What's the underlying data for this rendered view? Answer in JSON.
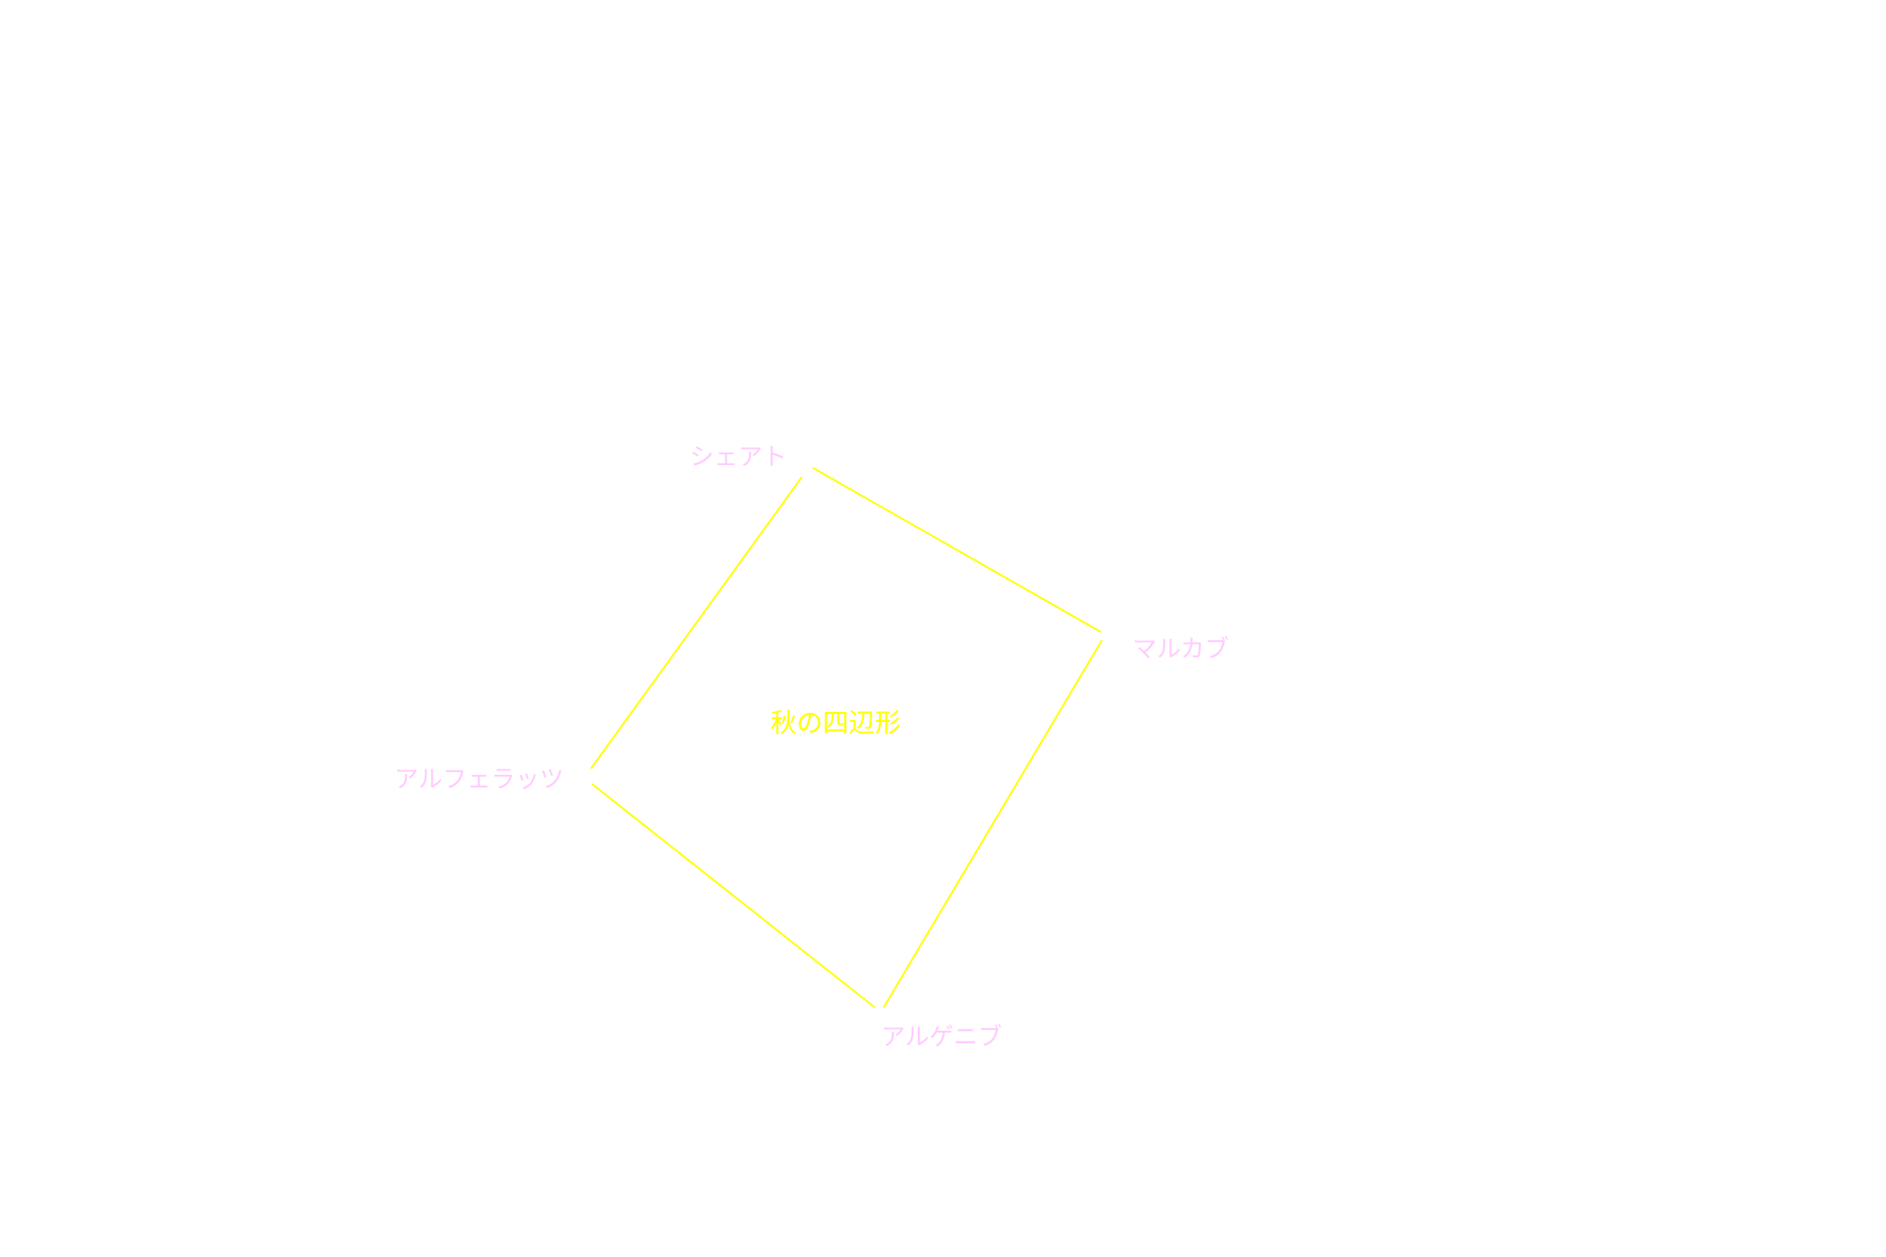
{
  "diagram": {
    "title": "秋の四辺形",
    "line_color": "#ffff00",
    "label_color": "#ffccff",
    "title_color": "#ffff00",
    "background": "#ffffff",
    "stars": [
      {
        "name": "シェアト"
      },
      {
        "name": "マルカブ"
      },
      {
        "name": "アルフェラッツ"
      },
      {
        "name": "アルゲニブ"
      }
    ],
    "edges": [
      {
        "from": "シェアト",
        "to": "マルカブ"
      },
      {
        "from": "マルカブ",
        "to": "アルゲニブ"
      },
      {
        "from": "アルゲニブ",
        "to": "アルフェラッツ"
      },
      {
        "from": "アルフェラッツ",
        "to": "シェアト"
      }
    ]
  }
}
